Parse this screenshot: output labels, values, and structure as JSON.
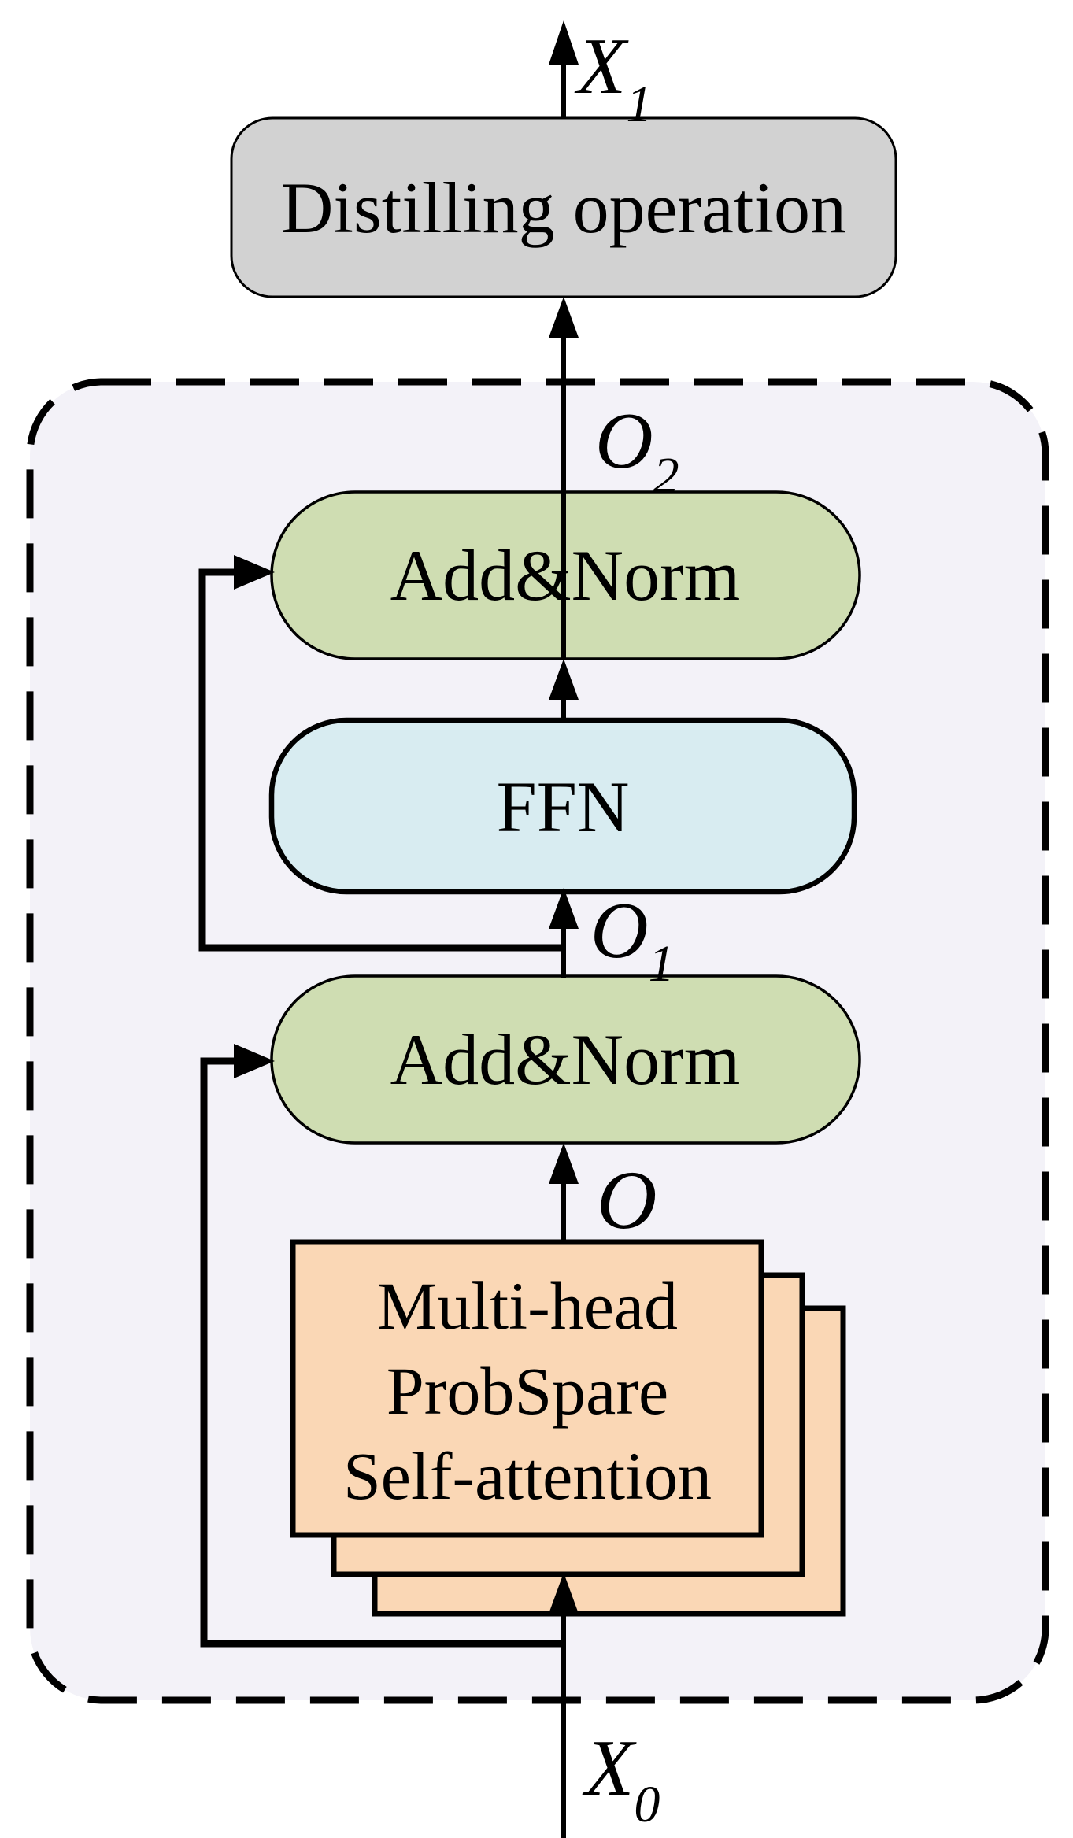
{
  "colors": {
    "distill_fill": "#d2d2d2",
    "addnorm_fill": "#cfddb2",
    "ffn_fill": "#d8ecf1",
    "attention_fill": "#fad7b5",
    "container_fill": "#f3f2f8",
    "line": "#000000"
  },
  "nodes": {
    "distilling": {
      "label": "Distilling operation"
    },
    "addnorm_top": {
      "label": "Add&Norm"
    },
    "ffn": {
      "label": "FFN"
    },
    "addnorm_bottom": {
      "label": "Add&Norm"
    },
    "attention": {
      "line1": "Multi-head",
      "line2": "ProbSpare",
      "line3": "Self-attention"
    }
  },
  "signals": {
    "x1": {
      "base": "X",
      "sub": "1"
    },
    "o2": {
      "base": "O",
      "sub": "2"
    },
    "o1": {
      "base": "O",
      "sub": "1"
    },
    "o": {
      "base": "O",
      "sub": ""
    },
    "x0": {
      "base": "X",
      "sub": "0"
    }
  }
}
